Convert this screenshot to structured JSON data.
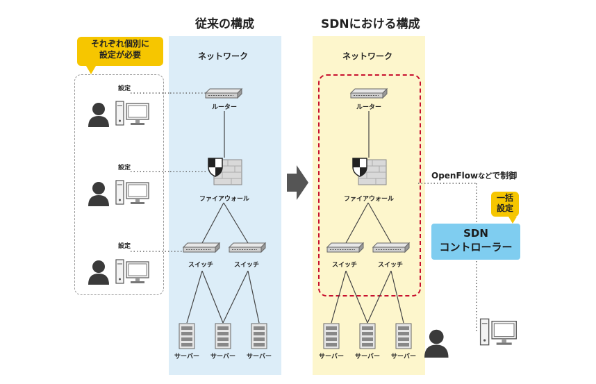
{
  "titles": {
    "conventional": "従来の構成",
    "sdn": "SDNにおける構成"
  },
  "conventional": {
    "callout": [
      "それぞれ個別に",
      "設定が必要"
    ],
    "setting_label": "設定",
    "network_label": "ネットワーク",
    "router": "ルーター",
    "firewall": "ファイアウォール",
    "switch": "スイッチ",
    "server": "サーバー"
  },
  "sdn": {
    "network_label": "ネットワーク",
    "router": "ルーター",
    "firewall": "ファイアウォール",
    "switch": "スイッチ",
    "server": "サーバー",
    "openflow_main": "OpenFlow",
    "openflow_small": "など",
    "openflow_rest": "で制御",
    "callout": [
      "一括",
      "設定"
    ],
    "controller": [
      "SDN",
      "コントローラー"
    ]
  },
  "colors": {
    "panel_blue": "#dcedf8",
    "panel_yellow": "#fdf6cc",
    "callout": "#f6c600",
    "controller": "#7fcdf0",
    "red_dash": "#c8102e",
    "arrow": "#555555",
    "person": "#3a3a3a"
  }
}
